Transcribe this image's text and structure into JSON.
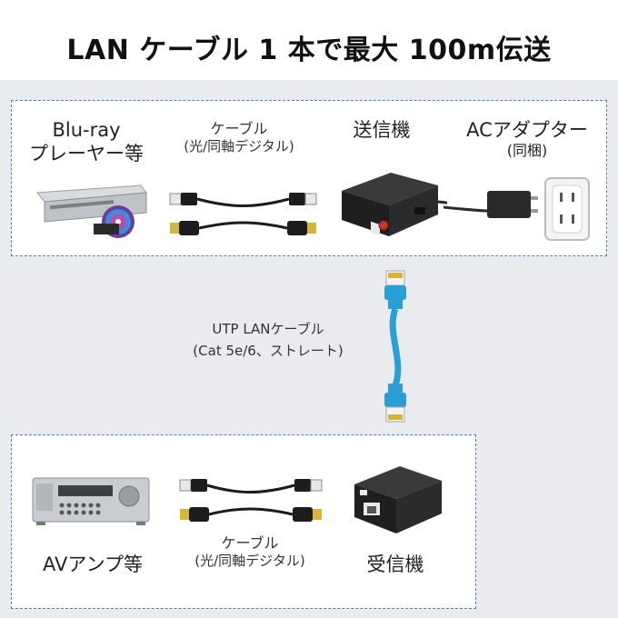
{
  "title": "LAN ケーブル 1 本で最大 100m伝送",
  "top_box": {
    "bluray": [
      "Blu-ray",
      "プレーヤー等"
    ],
    "cable": [
      "ケーブル",
      "(光/同軸デジタル)"
    ],
    "transmitter": "送信機",
    "adapter": [
      "ACアダプター",
      "(同梱)"
    ]
  },
  "middle": {
    "utp": [
      "UTP LANケーブル",
      "(Cat 5e/6、ストレート)"
    ]
  },
  "bottom_box": {
    "amp": "AVアンプ等",
    "cable": [
      "ケーブル",
      "(光/同軸デジタル)"
    ],
    "receiver": "受信機"
  },
  "colors": {
    "frame": "#4a7ec9",
    "band": "#e9ebee",
    "lan_cable": "#2a9fd6",
    "gold": "#d9b43a"
  }
}
